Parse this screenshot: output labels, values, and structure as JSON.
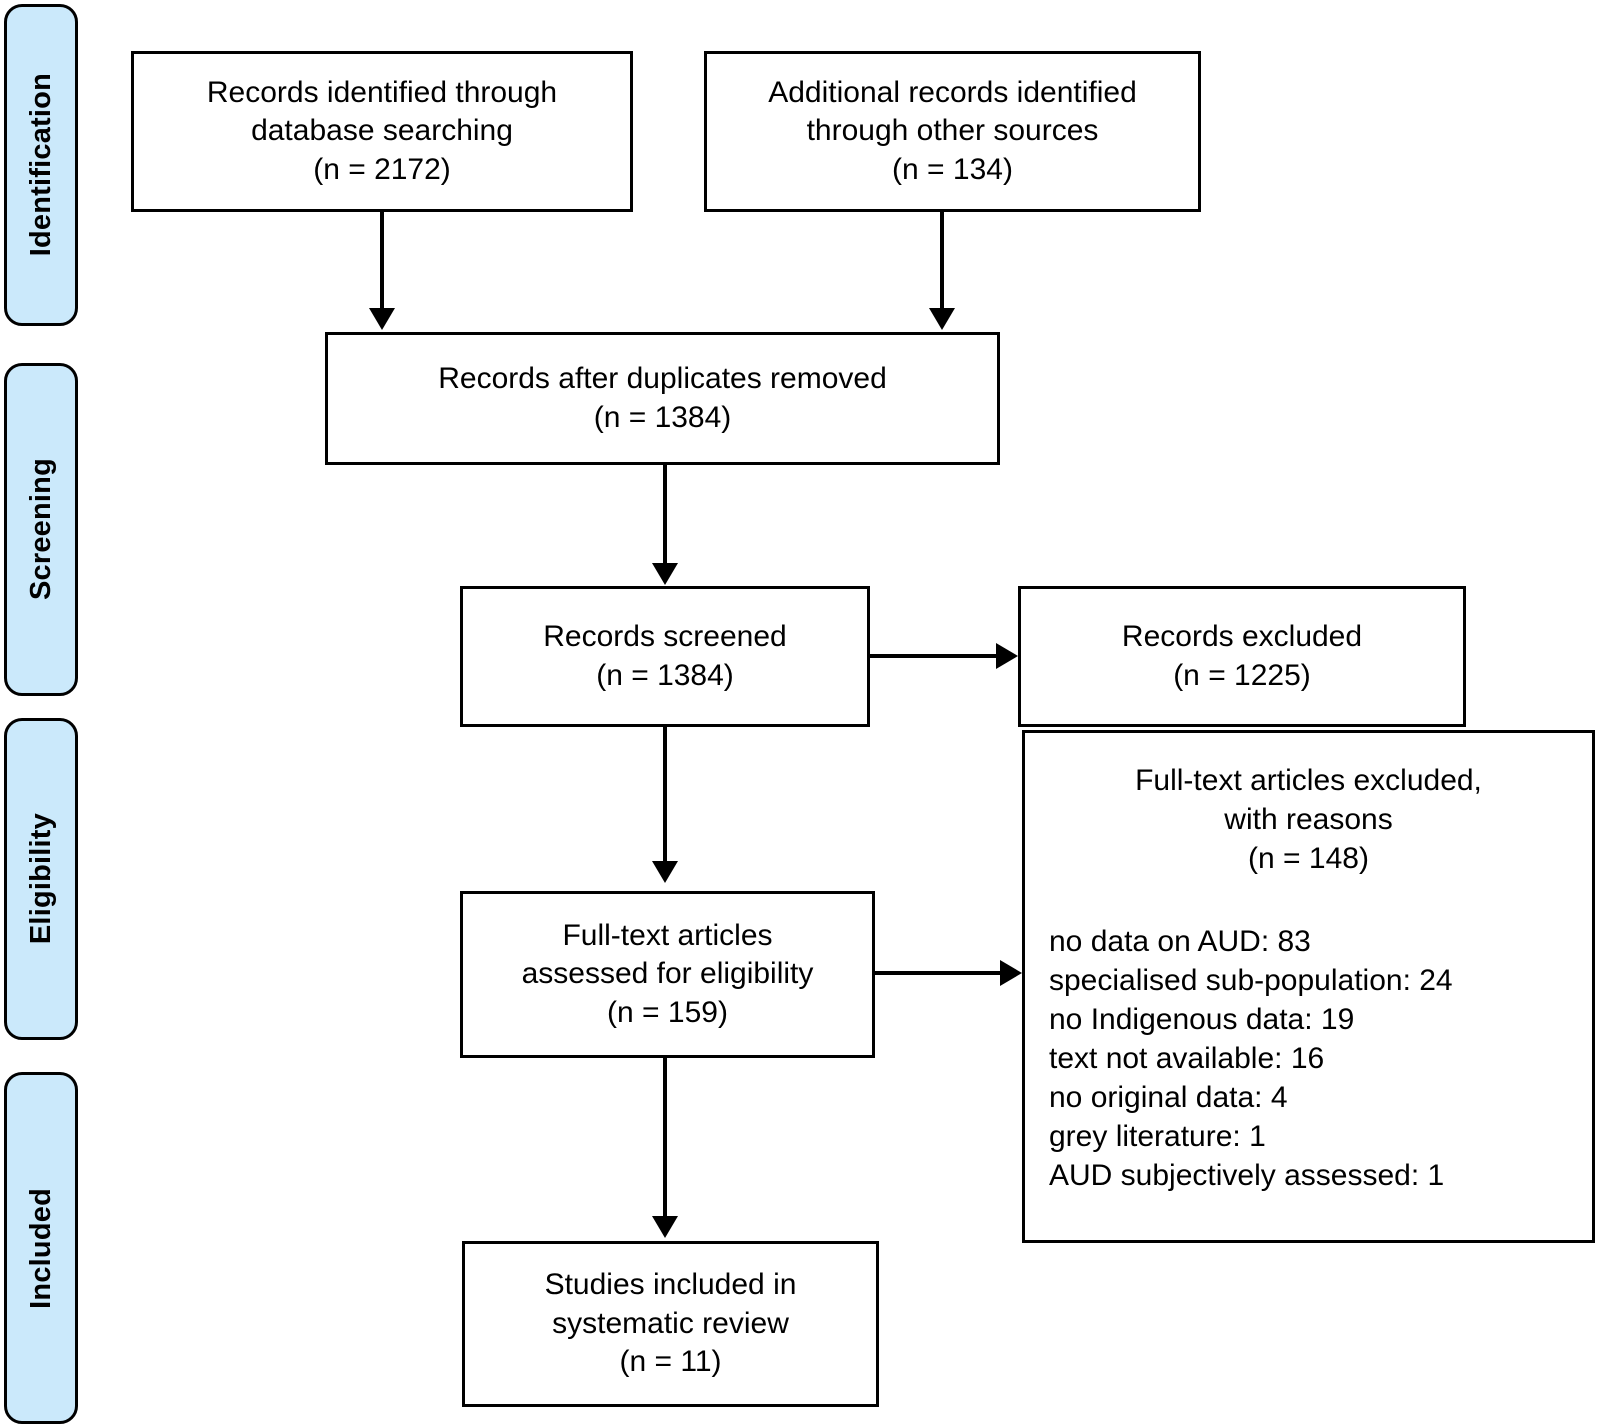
{
  "diagram": {
    "type": "prisma-flow-diagram",
    "accent_color": "#cbe9fb",
    "line_color": "#000000",
    "box_fill": "#ffffff"
  },
  "stages": [
    {
      "id": "identification",
      "label": "Identification"
    },
    {
      "id": "screening",
      "label": "Screening"
    },
    {
      "id": "eligibility",
      "label": "Eligibility"
    },
    {
      "id": "included",
      "label": "Included"
    }
  ],
  "boxes": {
    "records_database": {
      "text": "Records identified through\ndatabase searching\n(n = 2172)",
      "n": 2172
    },
    "records_other": {
      "text": "Additional records identified\nthrough other sources\n(n = 134)",
      "n": 134
    },
    "after_duplicates": {
      "text": "Records after duplicates removed\n(n = 1384)",
      "n": 1384
    },
    "records_screened": {
      "text": "Records screened\n(n = 1384)",
      "n": 1384
    },
    "records_excluded": {
      "text": "Records excluded\n(n = 1225)",
      "n": 1225
    },
    "fulltext_assessed": {
      "text": "Full-text articles\nassessed for eligibility\n(n = 159)",
      "n": 159
    },
    "studies_included": {
      "text": "Studies included in\nsystematic review\n(n = 11)",
      "n": 11
    },
    "fulltext_excluded": {
      "title": "Full-text articles excluded,\nwith reasons\n(n = 148)",
      "n": 148,
      "reasons": [
        "no data on AUD: 83",
        "specialised sub-population: 24",
        "no Indigenous data: 19",
        "text not available: 16",
        "no original data: 4",
        "grey literature: 1",
        "AUD subjectively assessed: 1"
      ]
    }
  }
}
